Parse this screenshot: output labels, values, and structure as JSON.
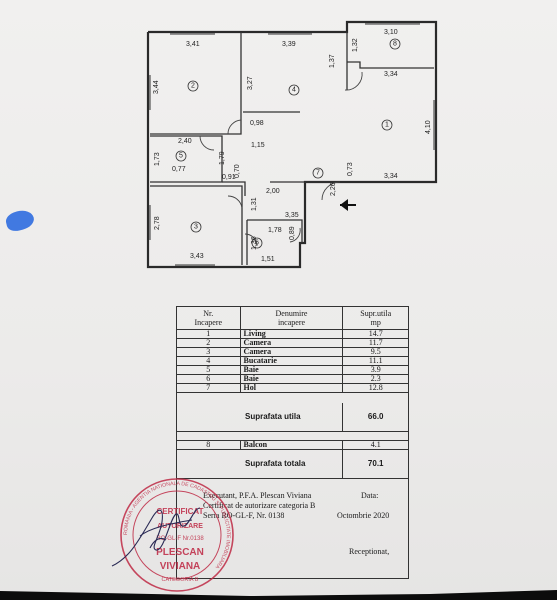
{
  "plan": {
    "rooms": [
      {
        "id": "1",
        "label": "1"
      },
      {
        "id": "2",
        "label": "2"
      },
      {
        "id": "3",
        "label": "3"
      },
      {
        "id": "4",
        "label": "4"
      },
      {
        "id": "5",
        "label": "5"
      },
      {
        "id": "6",
        "label": "6"
      },
      {
        "id": "7",
        "label": "7"
      },
      {
        "id": "8",
        "label": "8"
      }
    ],
    "dimensions": [
      "3,41",
      "3,39",
      "3,10",
      "1,32",
      "1,37",
      "3,34",
      "3,44",
      "3,27",
      "4,10",
      "0,98",
      "2,40",
      "1,15",
      "1,73",
      "1,79",
      "0,77",
      "0,91",
      "0,70",
      "2,00",
      "2,26",
      "0,73",
      "3,34",
      "1,31",
      "2,78",
      "3,35",
      "1,78",
      "1,36",
      "1,51",
      "3,43",
      "0,89"
    ]
  },
  "table": {
    "headers": {
      "nr": "Nr.\nIncapere",
      "name": "Denumire\nincapere",
      "area": "Supr.utila\nmp"
    },
    "rows": [
      {
        "nr": "1",
        "name": "Living",
        "area": "14.7"
      },
      {
        "nr": "2",
        "name": "Camera",
        "area": "11.7"
      },
      {
        "nr": "3",
        "name": "Camera",
        "area": "9.5"
      },
      {
        "nr": "4",
        "name": "Bucatarie",
        "area": "11.1"
      },
      {
        "nr": "5",
        "name": "Baie",
        "area": "3.9"
      },
      {
        "nr": "6",
        "name": "Baie",
        "area": "2.3"
      },
      {
        "nr": "7",
        "name": "Hol",
        "area": "12.8"
      }
    ],
    "useful_label": "Suprafata utila",
    "useful_value": "66.0",
    "balcony": {
      "nr": "8",
      "name": "Balcon",
      "area": "4.1"
    },
    "total_label": "Suprafata totala",
    "total_value": "70.1"
  },
  "footer": {
    "executant": "Executant, P.F.A. Plescan Viviana",
    "certificate": "Certificat de autorizare categoria B",
    "series": "Seria RO-GL-F, Nr. 0138",
    "date_label": "Data:",
    "date_value": "Octombrie 2020",
    "receiver": "Receptionat,"
  },
  "stamp": {
    "ring_text": "ROMANIA - AGENTIA NATIONALA DE CADASTRU SI PUBLICITATE IMOBILIARA",
    "line1": "CERTIFICAT",
    "line2": "AUTORIZARE",
    "line3": "RO-GL-F Nr.0138",
    "name1": "PLESCAN",
    "name2": "VIVIANA",
    "category": "CATEGORIA B"
  },
  "colors": {
    "stamp": "#c0304a",
    "ink": "#222222",
    "blue_mark": "#2d6be0"
  }
}
